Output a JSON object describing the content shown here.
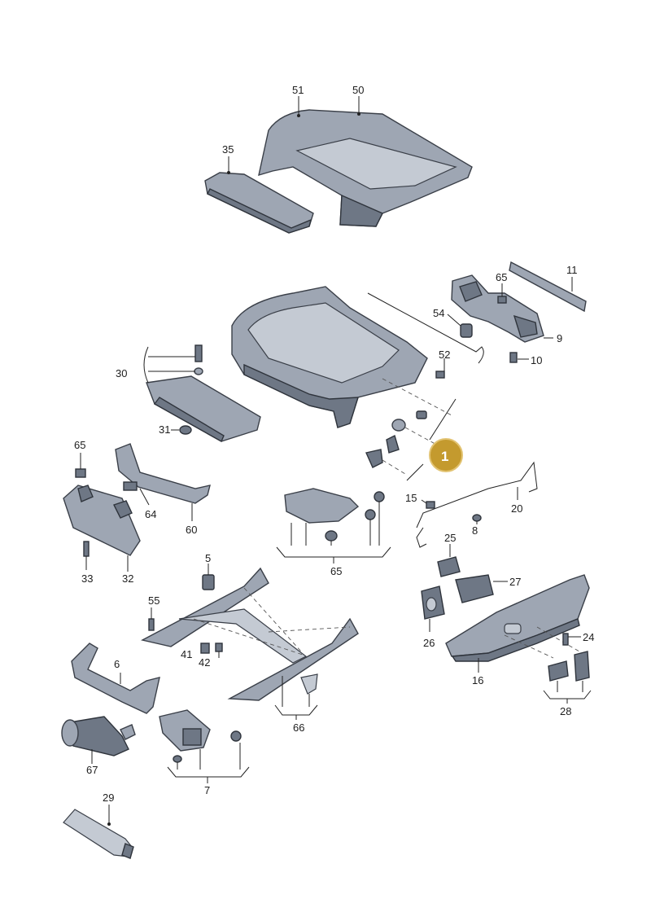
{
  "diagram": {
    "badge": {
      "label": "1",
      "color": "#c49a2e"
    },
    "callouts": [
      {
        "id": "51",
        "label": "51"
      },
      {
        "id": "50",
        "label": "50"
      },
      {
        "id": "35",
        "label": "35"
      },
      {
        "id": "11",
        "label": "11"
      },
      {
        "id": "65a",
        "label": "65"
      },
      {
        "id": "54",
        "label": "54"
      },
      {
        "id": "9",
        "label": "9"
      },
      {
        "id": "10",
        "label": "10"
      },
      {
        "id": "52",
        "label": "52"
      },
      {
        "id": "30",
        "label": "30"
      },
      {
        "id": "31",
        "label": "31"
      },
      {
        "id": "65b",
        "label": "65"
      },
      {
        "id": "33",
        "label": "33"
      },
      {
        "id": "32",
        "label": "32"
      },
      {
        "id": "64",
        "label": "64"
      },
      {
        "id": "60",
        "label": "60"
      },
      {
        "id": "65c",
        "label": "65"
      },
      {
        "id": "15",
        "label": "15"
      },
      {
        "id": "20",
        "label": "20"
      },
      {
        "id": "8",
        "label": "8"
      },
      {
        "id": "25",
        "label": "25"
      },
      {
        "id": "27",
        "label": "27"
      },
      {
        "id": "26",
        "label": "26"
      },
      {
        "id": "24",
        "label": "24"
      },
      {
        "id": "16",
        "label": "16"
      },
      {
        "id": "28",
        "label": "28"
      },
      {
        "id": "5",
        "label": "5"
      },
      {
        "id": "55",
        "label": "55"
      },
      {
        "id": "41",
        "label": "41"
      },
      {
        "id": "42",
        "label": "42"
      },
      {
        "id": "66",
        "label": "66"
      },
      {
        "id": "6",
        "label": "6"
      },
      {
        "id": "67",
        "label": "67"
      },
      {
        "id": "7",
        "label": "7"
      },
      {
        "id": "29",
        "label": "29"
      }
    ],
    "colors": {
      "part": "#9ea6b3",
      "part_dark": "#6e7785",
      "outline": "#3a3f48"
    }
  }
}
